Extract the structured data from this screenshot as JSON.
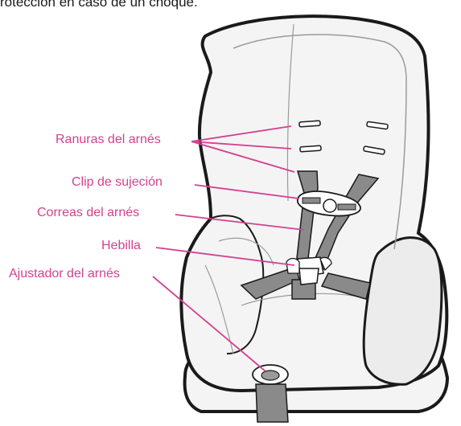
{
  "intro_text": "rotección en caso de un choque.",
  "colors": {
    "label": "#d4418f",
    "strap": "#8a8a8a",
    "outline": "#1a1a1a",
    "seat_fill": "#f4f4f4"
  },
  "labels": {
    "harness_slots": "Ranuras del arnés",
    "chest_clip": "Clip de sujeción",
    "harness_straps": "Correas del arnés",
    "buckle": "Hebilla",
    "harness_adjuster": "Ajustador del arnés"
  }
}
